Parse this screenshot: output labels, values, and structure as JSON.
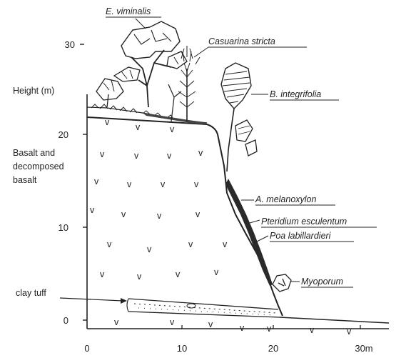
{
  "figure": {
    "y_axis_title": "Height (m)",
    "y_ticks": [
      "0",
      "10",
      "20",
      "30"
    ],
    "x_ticks": [
      "0",
      "10",
      "20",
      "30m"
    ],
    "substrate_label_lines": [
      "Basalt and",
      "decomposed",
      "basalt"
    ],
    "clay_label": "clay tuff",
    "volcanic_symbol": "v"
  },
  "plants": [
    {
      "name": "E. viminalis"
    },
    {
      "name": "Casuarina stricta"
    },
    {
      "name": "B. integrifolia"
    },
    {
      "name": "A. melanoxylon"
    },
    {
      "name": "Pteridium esculentum"
    },
    {
      "name": "Poa labillardieri"
    },
    {
      "name": "Myoporum"
    }
  ]
}
